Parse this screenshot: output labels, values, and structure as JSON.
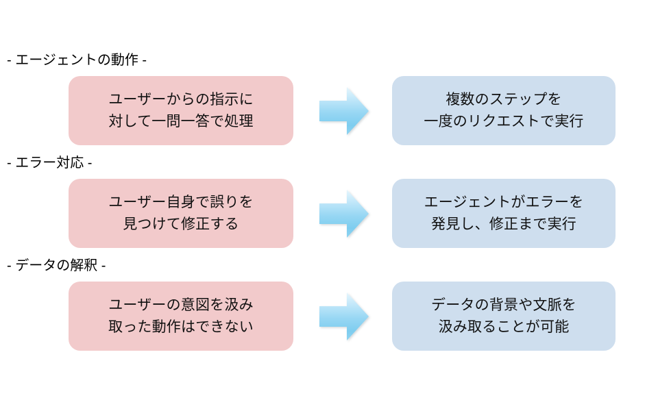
{
  "slide": {
    "background_color": "#ffffff",
    "rows": [
      {
        "heading": "- エージェントの動作 -",
        "before": "ユーザーからの指示に\n対して一問一答で処理",
        "after": "複数のステップを\n一度のリクエストで実行",
        "arrow_icon": "right-arrow-icon"
      },
      {
        "heading": "- エラー対応 -",
        "before": "ユーザー自身で誤りを\n見つけて修正する",
        "after": "エージェントがエラーを\n発見し、修正まで実行",
        "arrow_icon": "right-arrow-icon"
      },
      {
        "heading": "- データの解釈 -",
        "before": "ユーザーの意図を汲み\n取った動作はできない",
        "after": "データの背景や文脈を\n汲み取ることが可能",
        "arrow_icon": "right-arrow-icon"
      }
    ]
  },
  "colors": {
    "before_box": "#f2cacb",
    "after_box": "#cedeee",
    "arrow_light": "#ddf2fc",
    "arrow_mid": "#a9ddf5",
    "arrow_deep": "#7ecdef",
    "heading_text": "#000000",
    "body_text": "#111111"
  }
}
